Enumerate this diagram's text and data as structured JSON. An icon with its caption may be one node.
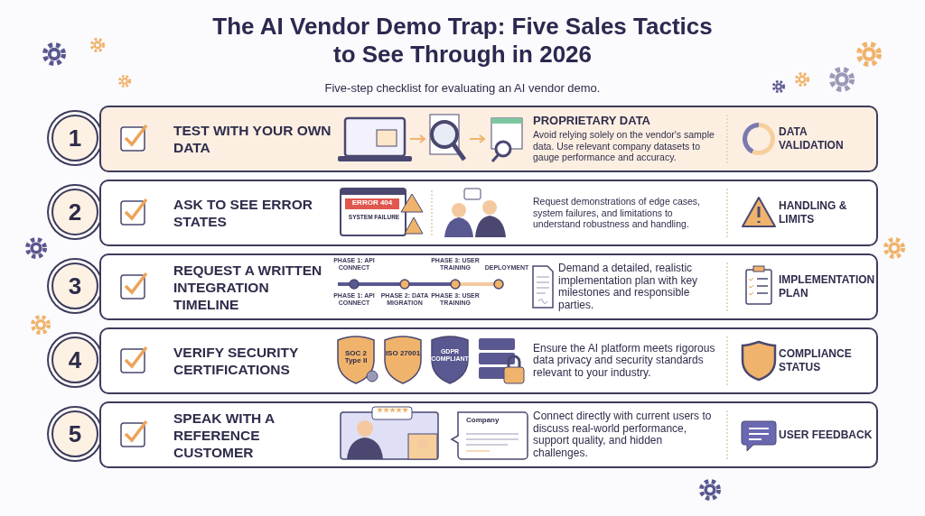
{
  "diagram": {
    "title": "The AI Vendor Demo Trap: Five Sales Tactics to See Through in 2026",
    "caption": "Five-step checklist for evaluating an AI vendor demo.",
    "nodes": [
      {
        "text": [
          "1"
        ]
      },
      {
        "text": [
          "TEST WITH YOUR OWN DATA",
          "PROPRIETARY DATA",
          "Avoid relying solely on the vendor's sample data. Use relevant company datasets to gauge performance and accuracy.",
          "DATA VALIDATION"
        ]
      },
      {
        "text": [
          "2"
        ]
      },
      {
        "text": [
          "ASK TO SEE ERROR STATES",
          "Request demonstrations of edge cases, system failures, and limitations to understand robustness and handling.",
          "HANDLING & LIMITS"
        ]
      },
      {
        "text": [
          "3"
        ]
      },
      {
        "text": [
          "REQUEST A WRITTEN INTEGRATION TIMELINE",
          "Demand a detailed, realistic implementation plan with key milestones and responsible parties.",
          "IMPLEMENTATION PLAN"
        ]
      },
      {
        "text": [
          "4"
        ]
      },
      {
        "text": [
          "VERIFY SECURITY CERTIFICATIONS",
          "Ensure the AI platform meets rigorous data privacy and security standards relevant to your industry.",
          "COMPLIANCE STATUS"
        ]
      },
      {
        "text": [
          "5"
        ]
      },
      {
        "text": [
          "SPEAK WITH A REFERENCE CUSTOMER",
          "Connect directly with current users to discuss real-world performance, support quality, and hidden challenges.",
          "USER FEEDBACK"
        ]
      }
    ],
    "labels": [
      "ERROR 404",
      "SYSTEM FAILURE",
      "PHASE 1: API CONNECT",
      "PHASE 3: USER TRAINING",
      "DEPLOYMENT",
      "PHASE 1: API CONNECT",
      "PHASE 2: DATA MIGRATION",
      "PHASE 3: USER TRAINING",
      "SOC 2 Type II",
      "ISO 27001",
      "GDPR COMPLIANT",
      "★★★★★",
      "Company"
    ]
  }
}
